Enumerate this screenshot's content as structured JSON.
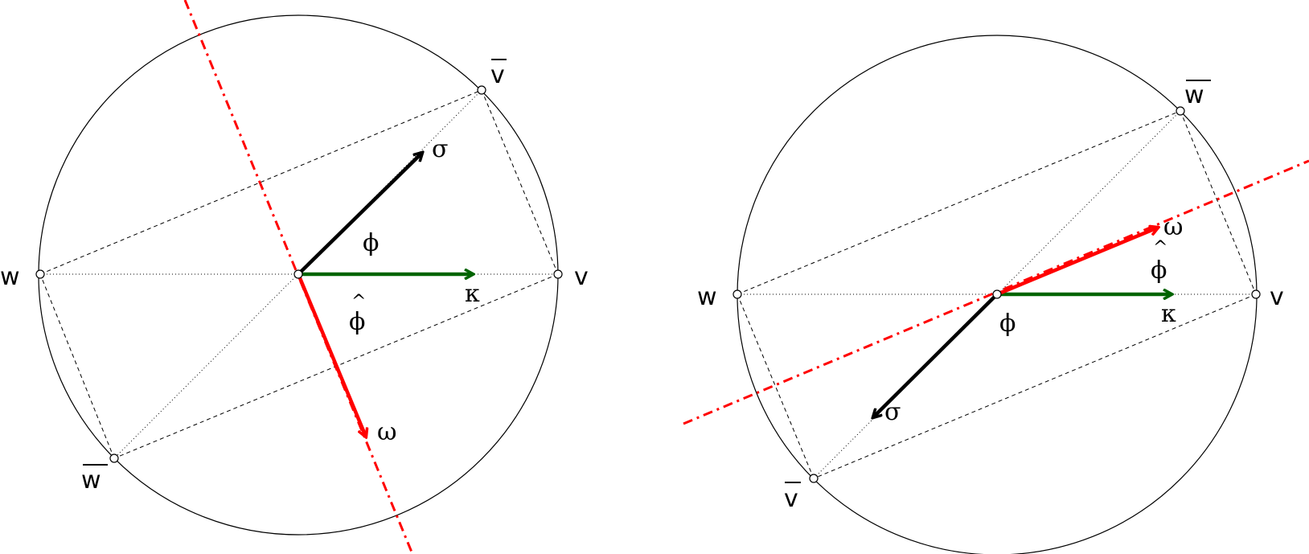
{
  "colors": {
    "sigma": "#000000",
    "kappa": "#006400",
    "omega": "#ff0000",
    "axis": "#ff0000",
    "circle": "#000000"
  },
  "left": {
    "labels": {
      "w": "w",
      "v": "v",
      "v_bar": "v",
      "w_bar": "w",
      "sigma": "σ",
      "kappa": "κ",
      "omega": "ω",
      "phi": "ϕ",
      "phi_hat": "ϕ",
      "hat": "^"
    }
  },
  "right": {
    "labels": {
      "w": "w",
      "v": "v",
      "v_bar": "v",
      "w_bar": "w",
      "sigma": "σ",
      "kappa": "κ",
      "omega": "ω",
      "phi": "ϕ",
      "phi_hat": "ϕ",
      "hat": "^"
    }
  }
}
